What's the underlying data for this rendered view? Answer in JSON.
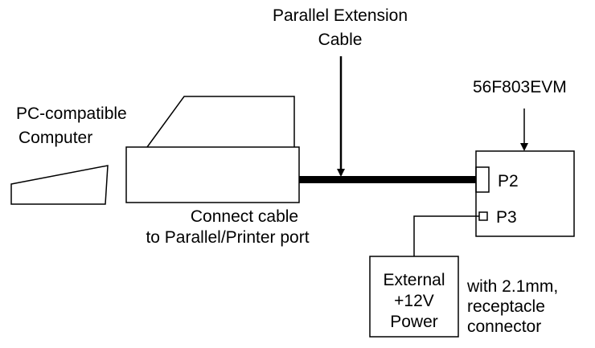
{
  "labels": {
    "cable_line1": "Parallel Extension",
    "cable_line2": "Cable",
    "evm": "56F803EVM",
    "pc_line1": "PC-compatible",
    "pc_line2": "Computer",
    "connect_line1": "Connect cable",
    "connect_line2": "to Parallel/Printer port",
    "p2": "P2",
    "p3": "P3",
    "power_line1": "External",
    "power_line2": "+12V",
    "power_line3": "Power",
    "connector_line1": "with 2.1mm,",
    "connector_line2": "receptacle",
    "connector_line3": "connector"
  },
  "colors": {
    "line": "#000000",
    "background": "#ffffff"
  }
}
